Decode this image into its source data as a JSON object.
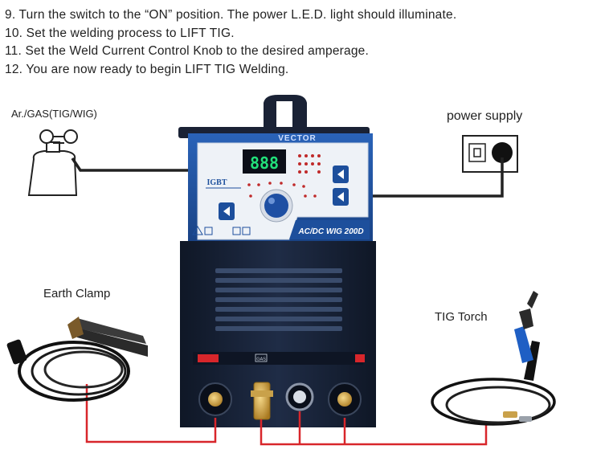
{
  "instructions": [
    "9. Turn the switch to the “ON” position. The power L.E.D. light should illuminate.",
    "10. Set the welding process to LIFT TIG.",
    "11. Set the Weld Current Control Knob to the desired amperage.",
    "12. You are now ready to begin LIFT TIG Welding."
  ],
  "labels": {
    "gas": "Ar./GAS(TIG/WIG)",
    "power": "power supply",
    "earth_clamp": "Earth Clamp",
    "tig_torch": "TIG Torch"
  },
  "machine": {
    "brand": "VECTOR",
    "display": "888",
    "badge": "IGBT",
    "model": "AC/DC WIG 200D",
    "gas_port_label": "GAS"
  },
  "colors": {
    "machine_blue": "#1d4f9c",
    "machine_dark": "#16223a",
    "panel_white": "#eef2f7",
    "display_green": "#21e07a",
    "wire_red": "#d8262b",
    "wire_black": "#222222",
    "torch_blue": "#1f5fc4"
  },
  "icons": [
    "gas-cylinder-icon",
    "power-outlet-icon",
    "earth-clamp-icon",
    "tig-torch-icon",
    "current-knob-icon"
  ]
}
